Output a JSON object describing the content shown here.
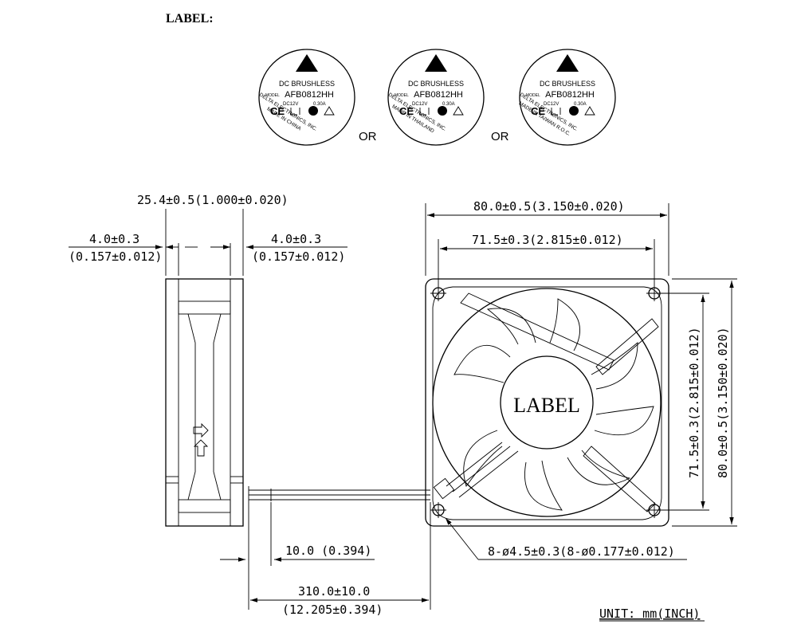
{
  "header": {
    "label_heading": "LABEL:"
  },
  "fan_labels": [
    {
      "line1": "DC BRUSHLESS",
      "model_prefix": "MODEL",
      "model": "AFB0812HH",
      "voltage": "DC12V",
      "current": "0.30A",
      "cert_marks": "CE",
      "maker": "DELTA ELECTRONICS, INC.",
      "origin": "MADE IN CHINA"
    },
    {
      "line1": "DC BRUSHLESS",
      "model_prefix": "MODEL",
      "model": "AFB0812HH",
      "voltage": "DC12V",
      "current": "0.30A",
      "cert_marks": "CE",
      "maker": "DELTA ELECTRONICS, INC.",
      "origin": "MADE IN THAILAND"
    },
    {
      "line1": "DC BRUSHLESS",
      "model_prefix": "MODEL",
      "model": "AFB0812HH",
      "voltage": "DC12V",
      "current": "0.30A",
      "cert_marks": "CE",
      "maker": "DELTA ELECTRONICS, INC.",
      "origin": "MADE IN TAIWAN R.O.C."
    }
  ],
  "separators": [
    "OR",
    "OR"
  ],
  "dimensions": {
    "side_width": "25.4±0.5(1.000±0.020)",
    "left_flange_mm": "4.0±0.3",
    "left_flange_inch": "(0.157±0.012)",
    "right_flange_mm": "4.0±0.3",
    "right_flange_inch": "(0.157±0.012)",
    "overall_width": "80.0±0.5(3.150±0.020)",
    "hole_spacing_h": "71.5±0.3(2.815±0.012)",
    "hole_spacing_v": "71.5±0.3(2.815±0.012)",
    "overall_height": "80.0±0.5(3.150±0.020)",
    "strip_length": "10.0 (0.394)",
    "holes": "8-ø4.5±0.3(8-ø0.177±0.012)",
    "lead_length_mm": "310.0±10.0",
    "lead_length_inch": "(12.205±0.394)"
  },
  "center_label": "LABEL",
  "unit_note": "UNIT: mm(INCH)"
}
